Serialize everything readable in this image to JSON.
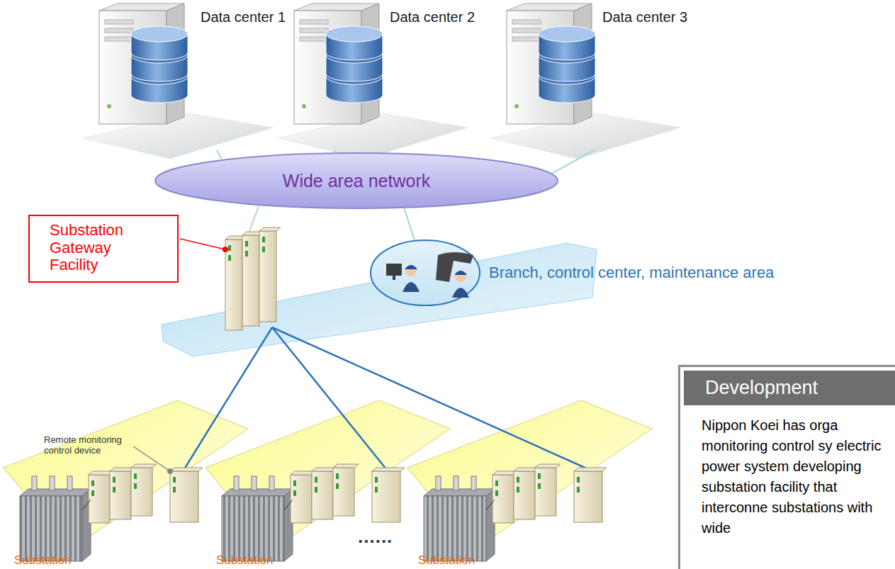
{
  "diagram": {
    "nodes": [
      {
        "text": [
          "Data center 1"
        ]
      },
      {
        "text": [
          "Data center 2"
        ]
      },
      {
        "text": [
          "Data center 3"
        ]
      },
      {
        "text": [
          "Wide area network"
        ]
      },
      {
        "text": [
          "Substation Gateway Facility"
        ]
      },
      {
        "text": [
          "Branch, control center, maintenance area"
        ]
      },
      {
        "text": [
          "Substation"
        ]
      },
      {
        "text": [
          "Substation"
        ]
      },
      {
        "text": [
          "Substation"
        ]
      },
      {
        "text": [
          "Development",
          "Nippon Koei has orga monitoring control sy electric power system developing substation facility that interconne substations with wide"
        ]
      }
    ],
    "edges": [
      {
        "from": 0,
        "to": 3,
        "arrow": "none"
      },
      {
        "from": 1,
        "to": 3,
        "arrow": "none"
      },
      {
        "from": 2,
        "to": 3,
        "arrow": "none"
      },
      {
        "from": 3,
        "to": 5,
        "arrow": "none"
      }
    ],
    "labels": [
      "Remote monitoring control device",
      "......"
    ]
  }
}
